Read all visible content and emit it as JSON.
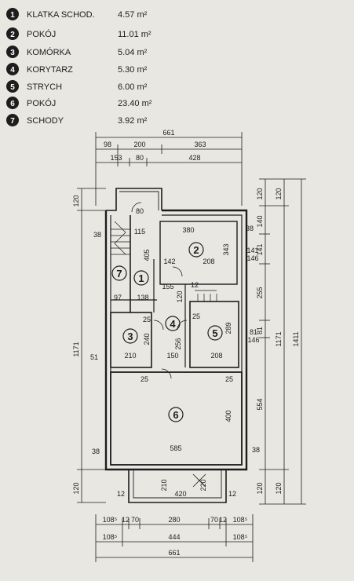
{
  "legend": [
    {
      "no": "1",
      "name": "KLATKA SCHOD.",
      "area": "4.57 m²"
    },
    {
      "no": "2",
      "name": "POKÓJ",
      "area": "11.01 m²"
    },
    {
      "no": "3",
      "name": "KOMÓRKA",
      "area": "5.04 m²"
    },
    {
      "no": "4",
      "name": "KORYTARZ",
      "area": "5.30 m²"
    },
    {
      "no": "5",
      "name": "STRYCH",
      "area": "6.00 m²"
    },
    {
      "no": "6",
      "name": "POKÓJ",
      "area": "23.40 m²"
    },
    {
      "no": "7",
      "name": "SCHODY",
      "area": "3.92 m²"
    }
  ],
  "plan": {
    "rooms": {
      "r1": "1",
      "r2": "2",
      "r3": "3",
      "r4": "4",
      "r5": "5",
      "r6": "6",
      "r7": "7"
    },
    "top_dims": {
      "total": "661",
      "d98": "98",
      "d200": "200",
      "d363": "363",
      "d153": "153",
      "d80": "80",
      "d428": "428"
    },
    "bottom_dims": {
      "r1": [
        "108⁵",
        "12",
        "70",
        "280",
        "70",
        "12",
        "108⁵"
      ],
      "r2": [
        "108⁵",
        "444",
        "108⁵"
      ],
      "total": "661"
    },
    "left_dims": {
      "d120": "120",
      "d1171": "1171",
      "d120b": "120"
    },
    "right_dims": {
      "inner": [
        "120",
        "140",
        "141",
        "255",
        "81",
        "554",
        "120"
      ],
      "d1171": "1171",
      "d1411": "1411",
      "d120a": "120",
      "d120b": "120"
    },
    "interior": {
      "t380": "380",
      "t38a": "38",
      "t38b": "38",
      "t115": "115",
      "t80": "80",
      "t142": "142",
      "t208a": "208",
      "t141": "141",
      "t146a": "146",
      "t343": "343",
      "t405": "405",
      "t155": "155",
      "t97": "97",
      "t138": "138",
      "t120": "120",
      "t12": "12",
      "t25a": "25",
      "t240": "240",
      "t25b": "25",
      "t289": "289",
      "t81": "81",
      "t146b": "146",
      "t51": "51",
      "t210": "210",
      "t150": "150",
      "t208b": "208",
      "t256": "256",
      "t25c": "25",
      "t25d": "25",
      "t400": "400",
      "t585": "585",
      "t38c": "38",
      "t38d": "38",
      "t210b": "210",
      "t220": "220",
      "t420": "420",
      "t12b": "12",
      "t12c": "12"
    }
  }
}
